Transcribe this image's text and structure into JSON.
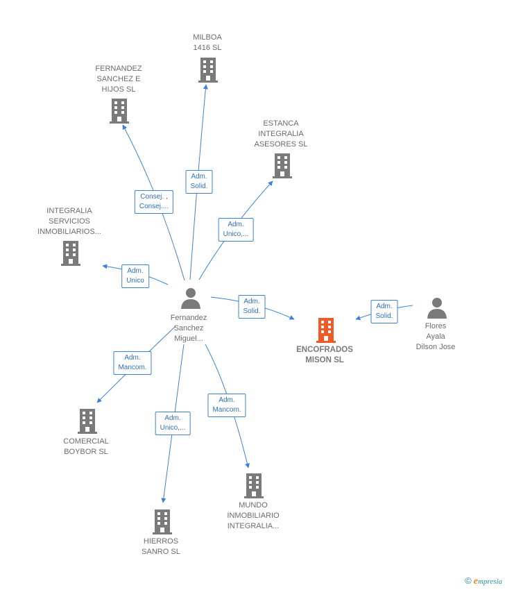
{
  "colors": {
    "accent": "#3b82d6",
    "building_gray": "#7a7a7a",
    "building_highlight": "#f05a28",
    "person_gray": "#7a7a7a",
    "text_gray": "#6b6b6b"
  },
  "nodes": {
    "milboa": {
      "label": [
        "MILBOA",
        "1416  SL"
      ],
      "icon": "building-icon"
    },
    "fernandez_sanchez_hijos": {
      "label": [
        "FERNANDEZ",
        "SANCHEZ E",
        "HIJOS SL"
      ],
      "icon": "building-icon"
    },
    "estanca": {
      "label": [
        "ESTANCA",
        "INTEGRALIA",
        "ASESORES  SL"
      ],
      "icon": "building-icon"
    },
    "integralia_servicios": {
      "label": [
        "INTEGRALIA",
        "SERVICIOS",
        "INMOBILIARIOS..."
      ],
      "icon": "building-icon"
    },
    "encofrados": {
      "label": [
        "ENCOFRADOS",
        "MISON  SL"
      ],
      "icon": "building-icon"
    },
    "comercial_boybor": {
      "label": [
        "COMERCIAL",
        "BOYBOR SL"
      ],
      "icon": "building-icon"
    },
    "hierros_sanro": {
      "label": [
        "HIERROS",
        "SANRO  SL"
      ],
      "icon": "building-icon"
    },
    "mundo_inmobiliario": {
      "label": [
        "MUNDO",
        "INMOBILIARIO",
        "INTEGRALIA..."
      ],
      "icon": "building-icon"
    },
    "fernandez_miguel": {
      "label": [
        "Fernandez",
        "Sanchez",
        "Miguel..."
      ],
      "icon": "person-icon"
    },
    "flores_ayala": {
      "label": [
        "Flores",
        "Ayala",
        "Dilson Jose"
      ],
      "icon": "person-icon"
    }
  },
  "edges": {
    "to_milboa": [
      "Adm.",
      "Solid."
    ],
    "to_fernandez_hijos": [
      "Consej. ,",
      "Consej...."
    ],
    "to_estanca": [
      "Adm.",
      "Unico,..."
    ],
    "to_integralia_servicios": [
      "Adm.",
      "Unico"
    ],
    "to_encofrados_from_miguel": [
      "Adm.",
      "Solid."
    ],
    "to_encofrados_from_flores": [
      "Adm.",
      "Solid."
    ],
    "to_comercial_boybor": [
      "Adm.",
      "Mancom."
    ],
    "to_hierros_sanro": [
      "Adm.",
      "Unico,..."
    ],
    "to_mundo_inmobiliario": [
      "Adm.",
      "Mancom."
    ]
  },
  "footer": {
    "copyright": "©",
    "brand_initial": "e",
    "brand_rest": "mpresia"
  }
}
